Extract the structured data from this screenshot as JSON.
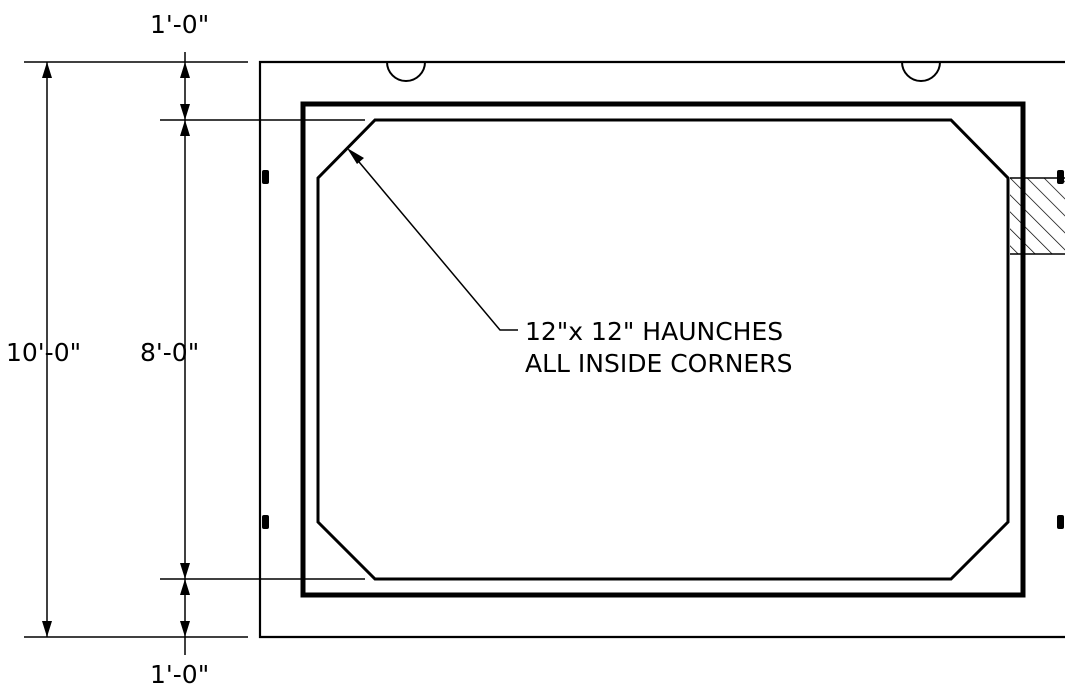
{
  "dimensions": {
    "overall_height": "10'-0\"",
    "inside_height": "8'-0\"",
    "top_slab": "1'-0\"",
    "bottom_slab": "1'-0\""
  },
  "note": {
    "line1": "12\"x 12\" HAUNCHES",
    "line2": "ALL INSIDE CORNERS"
  },
  "colors": {
    "line": "#000000",
    "background": "#ffffff"
  }
}
